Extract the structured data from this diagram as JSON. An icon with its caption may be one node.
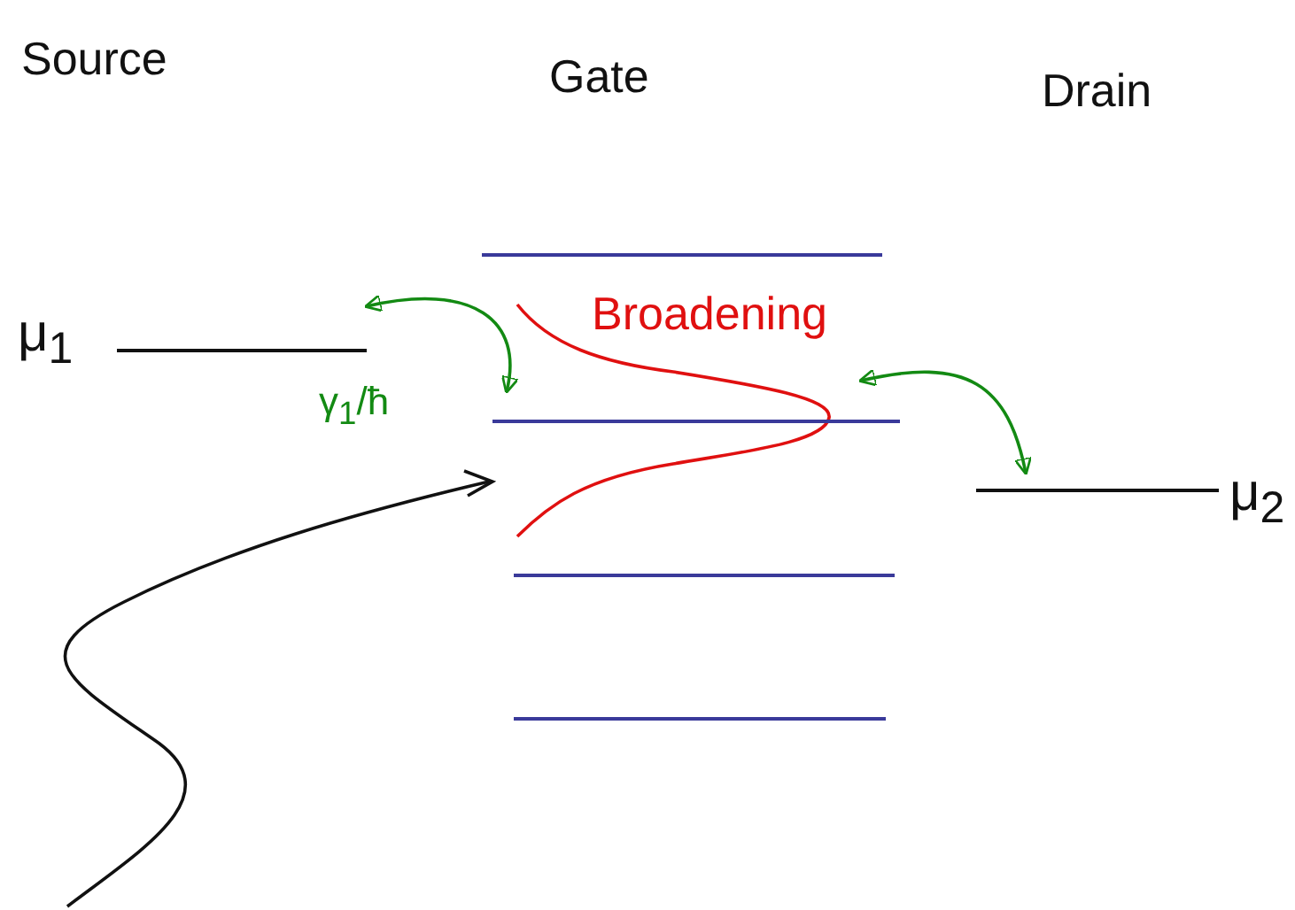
{
  "diagram": {
    "nodes": [
      {
        "text": [],
        "shape": "bar",
        "beside": [
          "μ$_{1}$"
        ]
      },
      {
        "text": [],
        "shape": "bar"
      },
      {
        "text": [],
        "shape": "bar"
      },
      {
        "text": [],
        "shape": "bar"
      },
      {
        "text": [],
        "shape": "bar"
      },
      {
        "text": [],
        "shape": "bar",
        "beside": [
          "μ$_{2}$"
        ]
      }
    ],
    "edges": [
      {
        "from": 0,
        "to": 2,
        "arrow": "both",
        "label": "γ$_{1}$/ħ",
        "color": "#138a13"
      },
      {
        "from": 2,
        "to": 5,
        "arrow": "both",
        "color": "#138a13"
      }
    ],
    "labels": [
      "Source",
      "Gate",
      "Drain",
      "Broadening"
    ]
  }
}
